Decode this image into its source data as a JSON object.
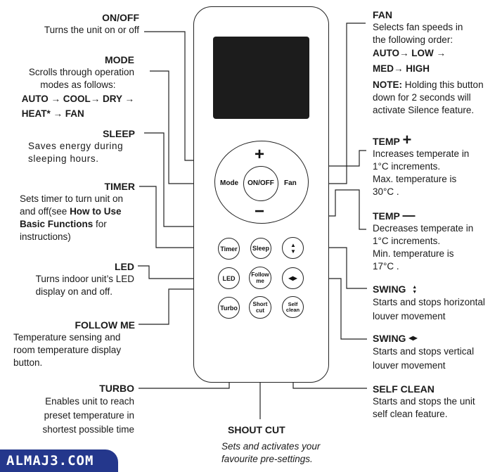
{
  "remote": {
    "plus_symbol": "+",
    "minus_symbol": "−",
    "mode_label": "Mode",
    "onoff_label": "ON/OFF",
    "fan_label": "Fan",
    "timer_label": "Timer",
    "sleep_label": "Sleep",
    "led_label": "LED",
    "follow_label_1": "Follow",
    "follow_label_2": "me",
    "turbo_label": "Turbo",
    "short_label_1": "Short",
    "short_label_2": "cut",
    "self_label_1": "Self",
    "self_label_2": "clean",
    "swing_v_symbol": "▲▼",
    "swing_h_symbol": "◀▶"
  },
  "left": {
    "onoff": {
      "title": "ON/OFF",
      "desc": "Turns the unit on or off"
    },
    "mode": {
      "title": "MODE",
      "desc1": "Scrolls through operation",
      "desc2": "modes as follows:",
      "seq1": "AUTO → COOL→ DRY →",
      "seq2": "HEAT* → FAN"
    },
    "sleep": {
      "title": "SLEEP",
      "desc1": "Saves energy during",
      "desc2": "sleeping hours."
    },
    "timer": {
      "title": "TIMER",
      "desc1": "Sets timer to turn unit on",
      "desc2_a": "and off(see ",
      "desc2_b": "How to Use",
      "desc3_b": "Basic Functions",
      "desc3_a": " for",
      "desc4": "instructions)"
    },
    "led": {
      "title": "LED",
      "desc1": "Turns indoor unit’s LED",
      "desc2": "display on and off."
    },
    "follow": {
      "title": "FOLLOW ME",
      "desc1": "Temperature sensing and",
      "desc2": "room temperature display",
      "desc3": "button."
    },
    "turbo": {
      "title": "TURBO",
      "desc1": "Enables unit to reach",
      "desc2": "preset temperature in",
      "desc3": "shortest possible time"
    }
  },
  "bottom": {
    "title": "SHOUT CUT",
    "desc1": "Sets and activates your",
    "desc2": "favourite pre-settings."
  },
  "right": {
    "fan": {
      "title": "FAN",
      "desc1": "Selects fan speeds in",
      "desc2": "the following order:",
      "seq1": "AUTO→ LOW →",
      "seq2": "MED→ HIGH",
      "note_label": "NOTE:",
      "note1": " Holding this button",
      "note2": "down for 2 seconds will",
      "note3": "activate Silence feature."
    },
    "temp_up": {
      "title": "TEMP",
      "symbol": "+",
      "desc1": "Increases temperate in",
      "desc2": "1°C increments.",
      "desc3": "Max. temperature is",
      "desc4": "30°C ."
    },
    "temp_down": {
      "title": "TEMP",
      "symbol": "—",
      "desc1": "Decreases temperate in",
      "desc2": "1°C  increments.",
      "desc3": "Min. temperature is",
      "desc4": "17°C ."
    },
    "swing_v": {
      "title": "SWING",
      "symbol": "▲▼",
      "desc1": "Starts and stops horizontal",
      "desc2": "louver movement"
    },
    "swing_h": {
      "title": "SWING",
      "symbol": "◀▶",
      "desc1": "Starts and stops vertical",
      "desc2": "louver movement"
    },
    "selfclean": {
      "title": "SELF CLEAN",
      "desc1": "Starts and stops the unit",
      "desc2": "self clean feature."
    }
  },
  "watermark": "ALMAJ3.COM"
}
